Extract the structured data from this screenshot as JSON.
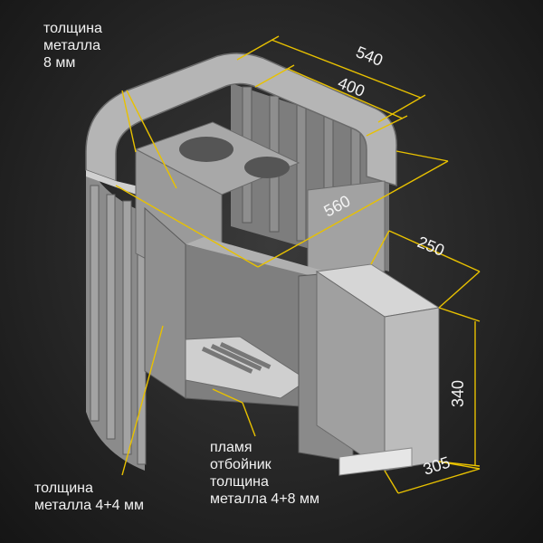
{
  "labels": {
    "top_thickness": "толщина\nметалла\n8 мм",
    "side_thickness": "толщина\nметалла 4+4 мм",
    "flame_baffle": "пламя\nотбойник\nтолщина\nметалла 4+8 мм"
  },
  "dimensions": {
    "d540": "540",
    "d400": "400",
    "d560": "560",
    "d250": "250",
    "d340": "340",
    "d305": "305"
  },
  "colors": {
    "dimension_line": "#e8c100",
    "leader_line": "#e8c100",
    "metal": "#9a9a9a",
    "text": "#f2f2f2"
  }
}
